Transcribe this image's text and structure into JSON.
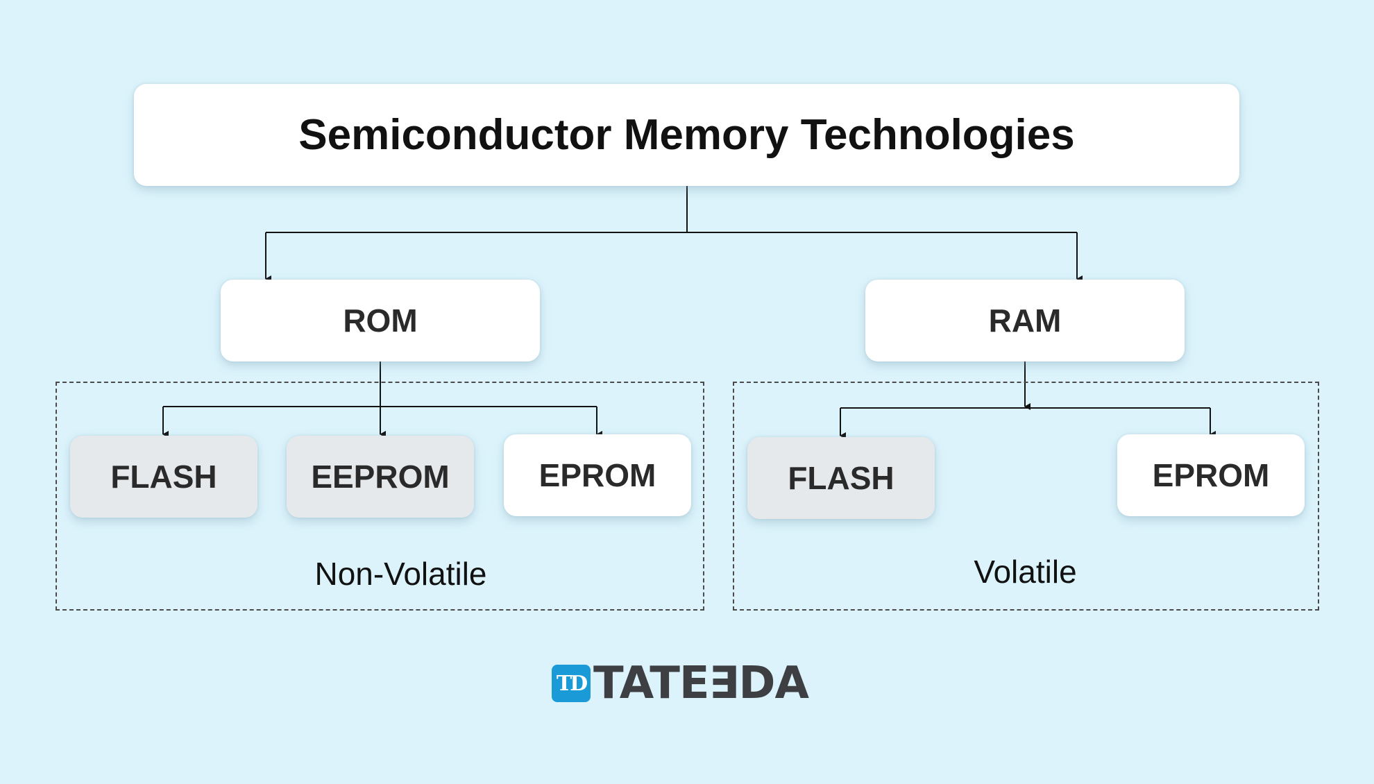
{
  "diagram": {
    "title": "Semiconductor Memory Technologies",
    "level2": [
      {
        "label": "ROM"
      },
      {
        "label": "RAM"
      }
    ],
    "groups": {
      "non_volatile": {
        "label": "Non-Volatile",
        "items": [
          "FLASH",
          "EEPROM",
          "EPROM"
        ]
      },
      "volatile": {
        "label": "Volatile",
        "items": [
          "FLASH",
          "EPROM"
        ]
      }
    }
  },
  "logo": {
    "mark": "TD",
    "text": "TATE∃DA",
    "brand_color": "#1a9bd7",
    "text_color": "#3d3f43"
  },
  "colors": {
    "background": "#dcf3fb",
    "box_white": "#ffffff",
    "box_grey": "#e6e9eb"
  }
}
